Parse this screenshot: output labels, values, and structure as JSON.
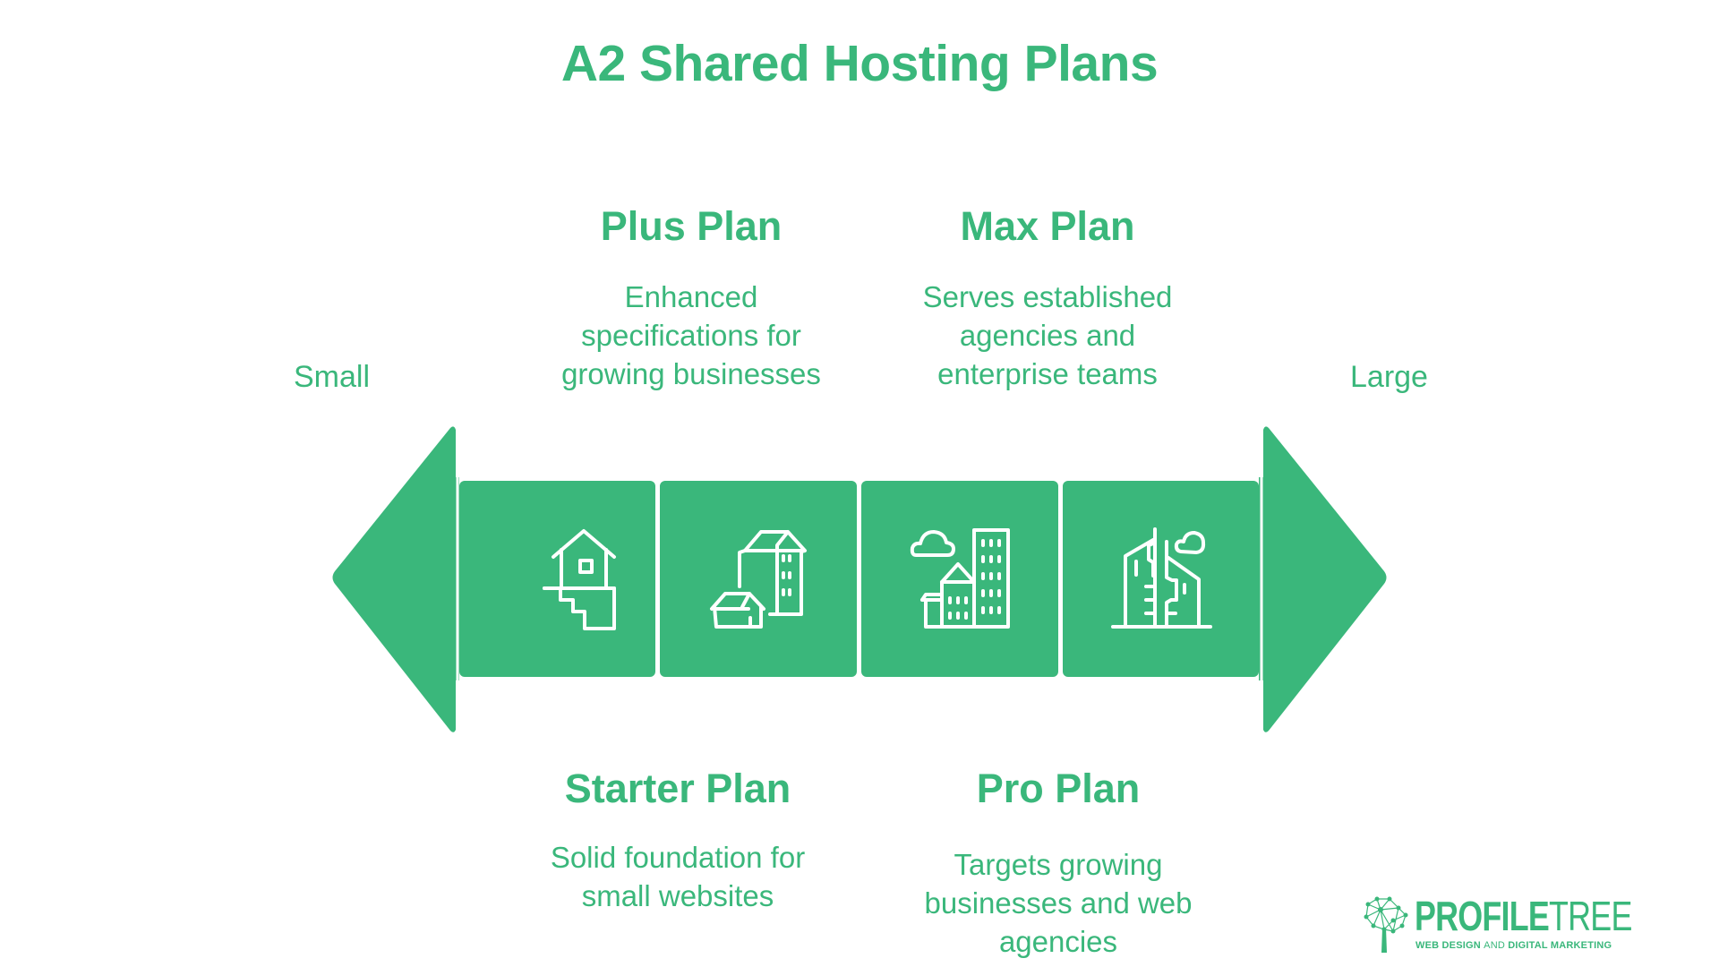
{
  "title": "A2 Shared Hosting Plans",
  "colors": {
    "accent": "#3AB77B",
    "background": "#FFFFFF",
    "icon_stroke": "#FFFFFF"
  },
  "scale": {
    "left_label": "Small",
    "right_label": "Large"
  },
  "plans": [
    {
      "name": "Starter Plan",
      "description_lines": [
        "Solid foundation for",
        "small websites"
      ],
      "icon": "house-with-stairs-icon",
      "position": "bottom"
    },
    {
      "name": "Plus Plan",
      "description_lines": [
        "Enhanced",
        "specifications for",
        "growing businesses"
      ],
      "icon": "house-and-apartment-icon",
      "position": "top"
    },
    {
      "name": "Pro Plan",
      "description_lines": [
        "Targets growing",
        "businesses and web",
        "agencies"
      ],
      "icon": "city-buildings-cloud-icon",
      "position": "bottom"
    },
    {
      "name": "Max Plan",
      "description_lines": [
        "Serves established",
        "agencies and",
        "enterprise teams"
      ],
      "icon": "skyscrapers-cloud-icon",
      "position": "top"
    }
  ],
  "logo": {
    "brand_bold": "PROFILE",
    "brand_thin": "TREE",
    "tagline_a": "WEB DESIGN ",
    "tagline_b": "AND",
    "tagline_c": " DIGITAL MARKETING",
    "icon": "network-tree-icon"
  }
}
